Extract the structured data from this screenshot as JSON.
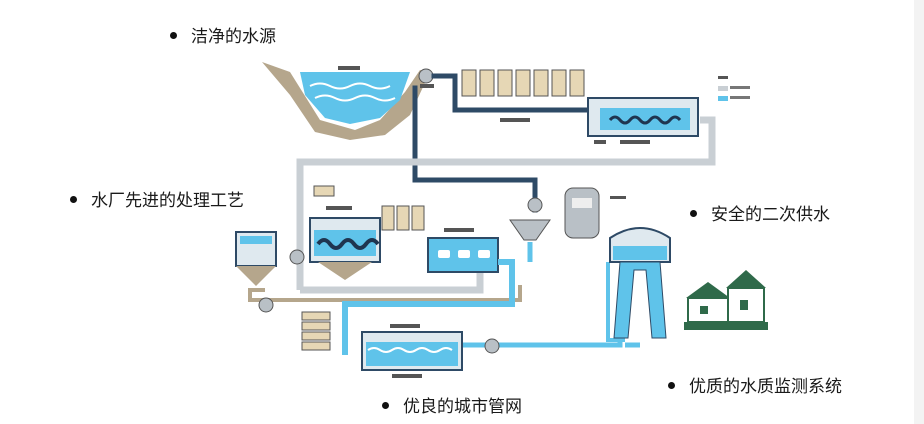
{
  "labels": {
    "water_source": "洁净的水源",
    "treatment_process": "水厂先进的处理工艺",
    "secondary_supply": "安全的二次供水",
    "city_network": "优良的城市管网",
    "quality_system": "优质的水质监测系统"
  },
  "colors": {
    "pipe_gray": "#c9cfd4",
    "pipe_dark": "#2e4a66",
    "water_blue": "#5fc3ea",
    "tank_dark": "#1f3550",
    "ground": "#b5a68c",
    "sludge": "#b59a6e",
    "house_green": "#2f6a4a"
  }
}
